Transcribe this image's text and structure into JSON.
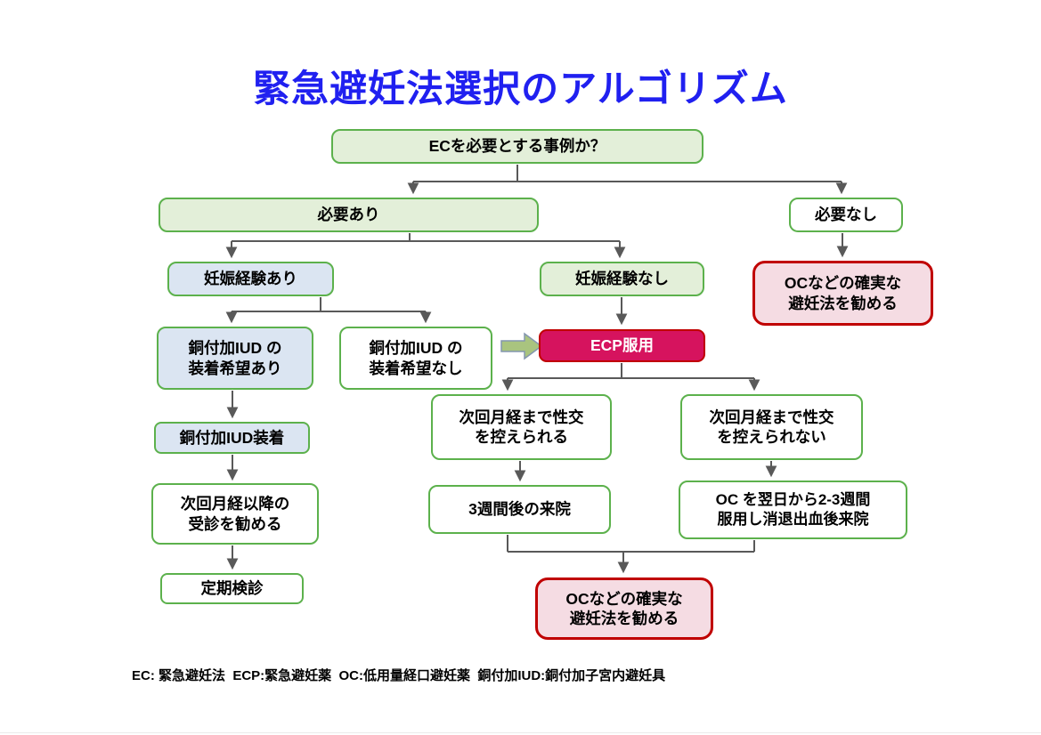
{
  "title": {
    "text": "緊急避妊法選択のアルゴリズム",
    "color": "#2020f0"
  },
  "nodes": {
    "q_ec": {
      "label": "ECを必要とする事例か？"
    },
    "need_yes": {
      "label": "必要あり"
    },
    "need_no": {
      "label": "必要なし"
    },
    "preg_yes": {
      "label": "妊娠経験あり"
    },
    "preg_no": {
      "label": "妊娠経験なし"
    },
    "oc_recommend_right": {
      "line1": "OCなどの確実な",
      "line2": "避妊法を勧める"
    },
    "iud_wish_yes": {
      "line1": "銅付加IUD の",
      "line2": "装着希望あり"
    },
    "iud_wish_no": {
      "line1": "銅付加IUD の",
      "line2": "装着希望なし"
    },
    "ecp": {
      "label": "ECP服用"
    },
    "iud_insert": {
      "label": "銅付加IUD装着"
    },
    "next_menses_visit": {
      "line1": "次回月経以降の",
      "line2": "受診を勧める"
    },
    "abstain_possible": {
      "line1": "次回月経まで性交",
      "line2": "を控えられる"
    },
    "abstain_not_possible": {
      "line1": "次回月経まで性交",
      "line2": "を控えられない"
    },
    "visit_3w": {
      "label": "3週間後の来院"
    },
    "oc_23w": {
      "line1": "OC を翌日から2-3週間",
      "line2": "服用し消退出血後来院"
    },
    "periodic_checkup": {
      "label": "定期検診"
    },
    "oc_recommend_bottom": {
      "line1": "OCなどの確実な",
      "line2": "避妊法を勧める"
    }
  },
  "legend": {
    "text": "EC: 緊急避妊法  ECP:緊急避妊薬  OC:低用量経口避妊薬  銅付加IUD:銅付加子宮内避妊具"
  },
  "colors": {
    "title_blue": "#2020f0",
    "box_green_fill": "#e3efd9",
    "box_blue_fill": "#dbe5f2",
    "box_pink_fill": "#f5dce3",
    "box_white_fill": "#ffffff",
    "green_border": "#5cb14c",
    "dark_red_border": "#c00000",
    "ecp_fill": "#d6135e",
    "connector_gray": "#595959",
    "block_arrow_fill": "#a9c47f",
    "block_arrow_border": "#8496b0"
  }
}
